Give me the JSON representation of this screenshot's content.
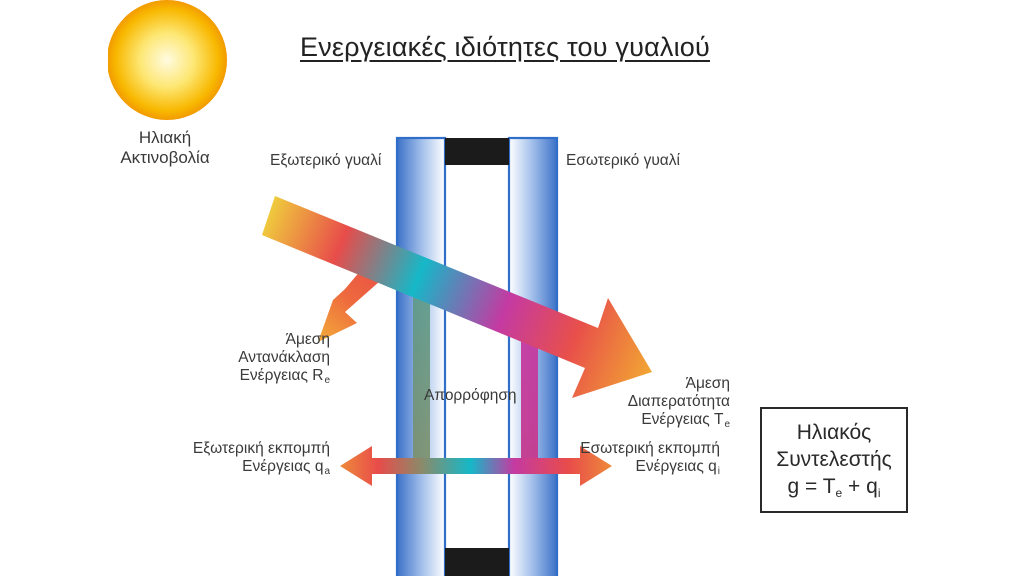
{
  "title": "Ενεργειακές ιδιότητες του γυαλιού",
  "sun_label": {
    "line1": "Ηλιακή",
    "line2": "Ακτινοβολία"
  },
  "outer_glass_label": "Εξωτερικό γυαλί",
  "inner_glass_label": "Εσωτερικό γυαλί",
  "reflection": {
    "line1": "Άμεση",
    "line2": "Αντανάκλαση",
    "line3": "Ενέργειας R",
    "sub": "e"
  },
  "transmission": {
    "line1": "Άμεση",
    "line2": "Διαπερατότητα",
    "line3": "Ενέργειας T",
    "sub": "e"
  },
  "absorption_label": "Απορρόφηση",
  "outer_emission": {
    "line1": "Εξωτερική εκπομπή",
    "line2": "Ενέργειας  q",
    "sub": "a"
  },
  "inner_emission": {
    "line1": "Εσωτερική εκπομπή",
    "line2": "Ενέργειας   q",
    "sub": "i"
  },
  "formula": {
    "line1": "Ηλιακός",
    "line2": "Συντελεστής",
    "lhs": "g = T",
    "sub1": "e",
    "mid": " + q",
    "sub2": "i"
  },
  "colors": {
    "glass_edge": "#2f6ec9",
    "spacer": "#1b1b1b",
    "sun_core": "#fff6c8",
    "sun_edge": "#f2a000",
    "beam_yellow": "#f1d23a",
    "beam_red": "#e84a4a",
    "beam_cyan": "#13b7c8",
    "beam_magenta": "#c83aa0",
    "beam_orange": "#f0a030"
  }
}
